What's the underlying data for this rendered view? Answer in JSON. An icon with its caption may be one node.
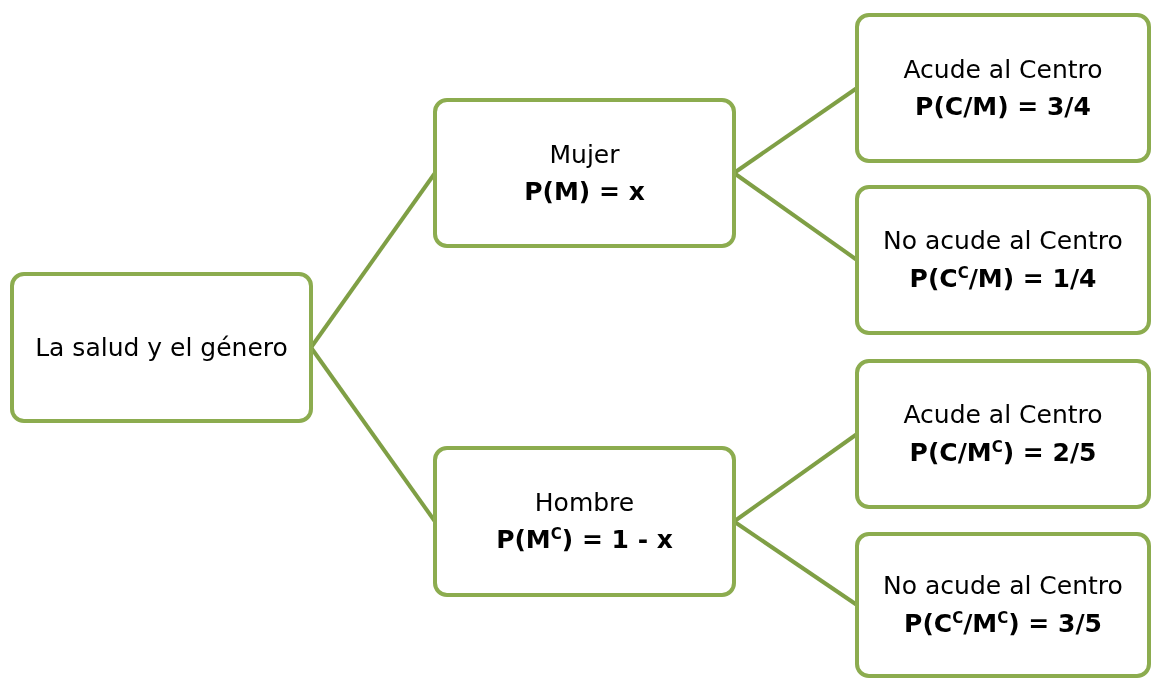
{
  "diagram": {
    "nodes": [
      {
        "text": [
          "La salud y el género"
        ]
      },
      {
        "text": [
          "Mujer",
          "P(M) = x"
        ]
      },
      {
        "text": [
          "Hombre",
          "P(M$^{C}$) = 1 - x"
        ]
      },
      {
        "text": [
          "Acude al Centro",
          "P(C/M) = 3/4"
        ]
      },
      {
        "text": [
          "No acude al Centro",
          "P(C$^{C}$/M) = 1/4"
        ]
      },
      {
        "text": [
          "Acude al Centro",
          "P(C/M$^{C}$) = 2/5"
        ]
      },
      {
        "text": [
          "No acude al Centro",
          "P(C$^{C}$/M$^{C}$) = 3/5"
        ]
      }
    ],
    "edges": [
      {
        "from": 0,
        "to": 1,
        "arrow": "none"
      },
      {
        "from": 0,
        "to": 2,
        "arrow": "none"
      },
      {
        "from": 1,
        "to": 3,
        "arrow": "none"
      },
      {
        "from": 1,
        "to": 4,
        "arrow": "none"
      },
      {
        "from": 2,
        "to": 5,
        "arrow": "none"
      },
      {
        "from": 2,
        "to": 6,
        "arrow": "none"
      }
    ]
  }
}
